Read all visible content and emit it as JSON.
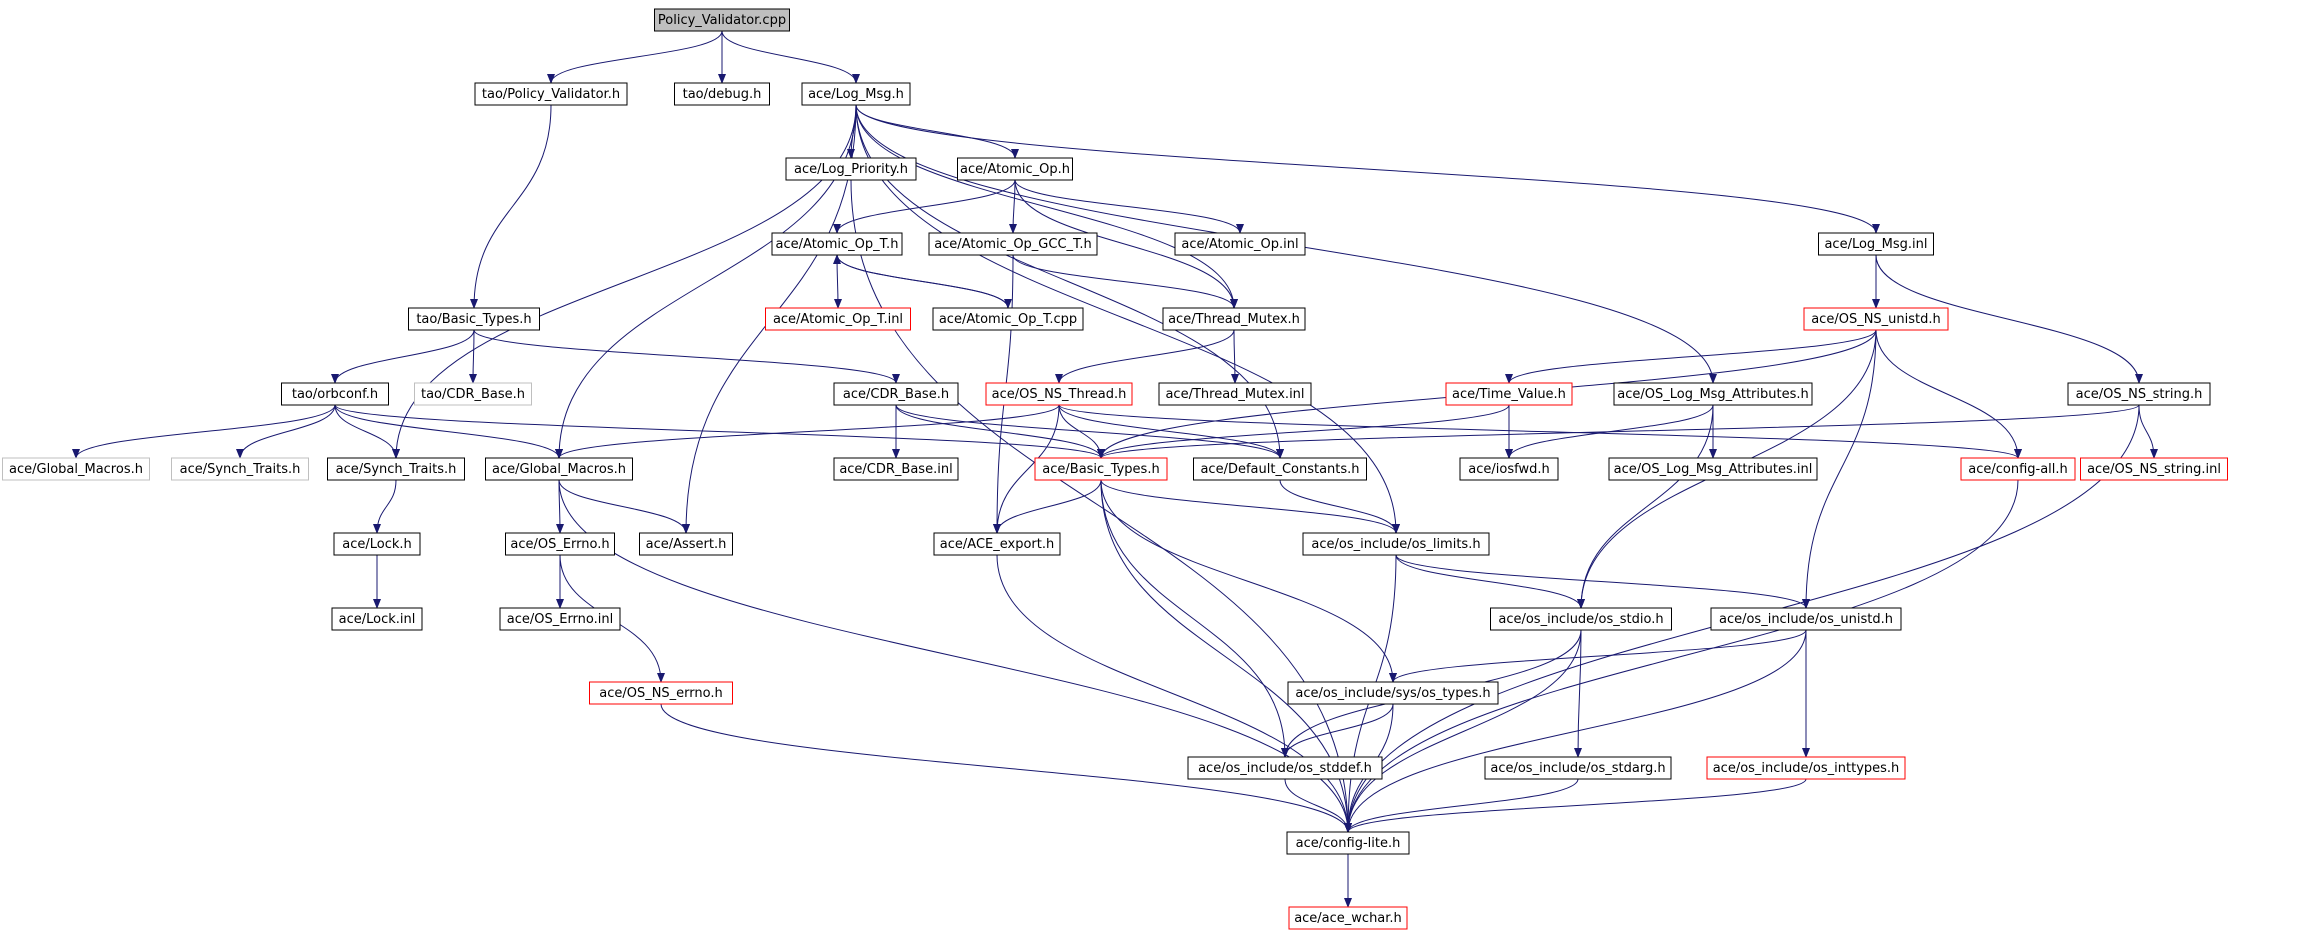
{
  "colors": {
    "background": "#ffffff",
    "edge": "#191970",
    "text": "#000000",
    "border_normal": "#000000",
    "border_incomplete": "#ff0000",
    "border_external": "#bfbfbf",
    "root_fill": "#bfbfbf"
  },
  "nodes": [
    {
      "id": "policy_validator_cpp",
      "label": "Policy_Validator.cpp",
      "style": "root"
    },
    {
      "id": "tao_policy_validator_h",
      "label": "tao/Policy_Validator.h",
      "style": "normal"
    },
    {
      "id": "tao_debug_h",
      "label": "tao/debug.h",
      "style": "normal"
    },
    {
      "id": "ace_log_msg_h",
      "label": "ace/Log_Msg.h",
      "style": "normal"
    },
    {
      "id": "ace_log_priority_h",
      "label": "ace/Log_Priority.h",
      "style": "normal"
    },
    {
      "id": "ace_atomic_op_h",
      "label": "ace/Atomic_Op.h",
      "style": "normal"
    },
    {
      "id": "ace_atomic_op_t_h",
      "label": "ace/Atomic_Op_T.h",
      "style": "normal"
    },
    {
      "id": "ace_atomic_op_gcc_t_h",
      "label": "ace/Atomic_Op_GCC_T.h",
      "style": "normal"
    },
    {
      "id": "ace_atomic_op_inl",
      "label": "ace/Atomic_Op.inl",
      "style": "normal"
    },
    {
      "id": "ace_log_msg_inl",
      "label": "ace/Log_Msg.inl",
      "style": "normal"
    },
    {
      "id": "ace_atomic_op_t_inl",
      "label": "ace/Atomic_Op_T.inl",
      "style": "incomplete"
    },
    {
      "id": "ace_atomic_op_t_cpp",
      "label": "ace/Atomic_Op_T.cpp",
      "style": "normal"
    },
    {
      "id": "tao_basic_types_h",
      "label": "tao/Basic_Types.h",
      "style": "normal"
    },
    {
      "id": "ace_thread_mutex_h",
      "label": "ace/Thread_Mutex.h",
      "style": "normal"
    },
    {
      "id": "ace_os_ns_unistd_h",
      "label": "ace/OS_NS_unistd.h",
      "style": "incomplete"
    },
    {
      "id": "tao_orbconf_h",
      "label": "tao/orbconf.h",
      "style": "normal"
    },
    {
      "id": "tao_cdr_base_h",
      "label": "tao/CDR_Base.h",
      "style": "external"
    },
    {
      "id": "ace_cdr_base_h",
      "label": "ace/CDR_Base.h",
      "style": "normal"
    },
    {
      "id": "ace_os_ns_thread_h",
      "label": "ace/OS_NS_Thread.h",
      "style": "incomplete"
    },
    {
      "id": "ace_thread_mutex_inl",
      "label": "ace/Thread_Mutex.inl",
      "style": "normal"
    },
    {
      "id": "ace_time_value_h",
      "label": "ace/Time_Value.h",
      "style": "incomplete"
    },
    {
      "id": "ace_os_log_msg_attributes_h",
      "label": "ace/OS_Log_Msg_Attributes.h",
      "style": "normal"
    },
    {
      "id": "ace_os_ns_string_h",
      "label": "ace/OS_NS_string.h",
      "style": "normal"
    },
    {
      "id": "ace_global_macros_h_ext",
      "label": "ace/Global_Macros.h",
      "style": "external"
    },
    {
      "id": "ace_synch_traits_h_ext",
      "label": "ace/Synch_Traits.h",
      "style": "external"
    },
    {
      "id": "ace_synch_traits_h",
      "label": "ace/Synch_Traits.h",
      "style": "normal"
    },
    {
      "id": "ace_global_macros_h",
      "label": "ace/Global_Macros.h",
      "style": "normal"
    },
    {
      "id": "ace_cdr_base_inl",
      "label": "ace/CDR_Base.inl",
      "style": "normal"
    },
    {
      "id": "ace_basic_types_h",
      "label": "ace/Basic_Types.h",
      "style": "incomplete"
    },
    {
      "id": "ace_default_constants_h",
      "label": "ace/Default_Constants.h",
      "style": "normal"
    },
    {
      "id": "ace_iosfwd_h",
      "label": "ace/iosfwd.h",
      "style": "normal"
    },
    {
      "id": "ace_os_log_msg_attributes_inl",
      "label": "ace/OS_Log_Msg_Attributes.inl",
      "style": "normal"
    },
    {
      "id": "ace_config_all_h",
      "label": "ace/config-all.h",
      "style": "incomplete"
    },
    {
      "id": "ace_os_ns_string_inl",
      "label": "ace/OS_NS_string.inl",
      "style": "incomplete"
    },
    {
      "id": "ace_lock_h",
      "label": "ace/Lock.h",
      "style": "normal"
    },
    {
      "id": "ace_os_errno_h",
      "label": "ace/OS_Errno.h",
      "style": "normal"
    },
    {
      "id": "ace_assert_h",
      "label": "ace/Assert.h",
      "style": "normal"
    },
    {
      "id": "ace_ace_export_h",
      "label": "ace/ACE_export.h",
      "style": "normal"
    },
    {
      "id": "ace_os_include_os_limits_h",
      "label": "ace/os_include/os_limits.h",
      "style": "normal"
    },
    {
      "id": "ace_lock_inl",
      "label": "ace/Lock.inl",
      "style": "normal"
    },
    {
      "id": "ace_os_errno_inl",
      "label": "ace/OS_Errno.inl",
      "style": "normal"
    },
    {
      "id": "ace_os_include_os_stdio_h",
      "label": "ace/os_include/os_stdio.h",
      "style": "normal"
    },
    {
      "id": "ace_os_include_os_unistd_h",
      "label": "ace/os_include/os_unistd.h",
      "style": "normal"
    },
    {
      "id": "ace_os_ns_errno_h",
      "label": "ace/OS_NS_errno.h",
      "style": "incomplete"
    },
    {
      "id": "ace_os_include_sys_os_types_h",
      "label": "ace/os_include/sys/os_types.h",
      "style": "normal"
    },
    {
      "id": "ace_os_include_os_stddef_h",
      "label": "ace/os_include/os_stddef.h",
      "style": "normal"
    },
    {
      "id": "ace_os_include_os_stdarg_h",
      "label": "ace/os_include/os_stdarg.h",
      "style": "normal"
    },
    {
      "id": "ace_os_include_os_inttypes_h",
      "label": "ace/os_include/os_inttypes.h",
      "style": "incomplete"
    },
    {
      "id": "ace_config_lite_h",
      "label": "ace/config-lite.h",
      "style": "normal"
    },
    {
      "id": "ace_ace_wchar_h",
      "label": "ace/ace_wchar.h",
      "style": "incomplete"
    }
  ],
  "edges": [
    [
      "policy_validator_cpp",
      "tao_policy_validator_h"
    ],
    [
      "policy_validator_cpp",
      "tao_debug_h"
    ],
    [
      "policy_validator_cpp",
      "ace_log_msg_h"
    ],
    [
      "tao_policy_validator_h",
      "tao_basic_types_h"
    ],
    [
      "ace_log_msg_h",
      "ace_log_priority_h"
    ],
    [
      "ace_log_msg_h",
      "ace_atomic_op_h"
    ],
    [
      "ace_log_msg_h",
      "ace_log_msg_inl"
    ],
    [
      "ace_log_msg_h",
      "ace_synch_traits_h"
    ],
    [
      "ace_log_msg_h",
      "ace_global_macros_h"
    ],
    [
      "ace_log_msg_h",
      "ace_assert_h"
    ],
    [
      "ace_log_msg_h",
      "ace_default_constants_h"
    ],
    [
      "ace_log_msg_h",
      "ace_os_include_os_limits_h"
    ],
    [
      "ace_log_msg_h",
      "ace_os_log_msg_attributes_h"
    ],
    [
      "ace_log_msg_h",
      "ace_thread_mutex_h"
    ],
    [
      "ace_log_priority_h",
      "ace_config_lite_h"
    ],
    [
      "ace_atomic_op_h",
      "ace_atomic_op_t_h"
    ],
    [
      "ace_atomic_op_h",
      "ace_atomic_op_gcc_t_h"
    ],
    [
      "ace_atomic_op_h",
      "ace_atomic_op_inl"
    ],
    [
      "ace_atomic_op_h",
      "ace_thread_mutex_h"
    ],
    [
      "ace_atomic_op_t_h",
      "ace_atomic_op_t_inl"
    ],
    [
      "ace_atomic_op_t_h",
      "ace_atomic_op_t_cpp"
    ],
    [
      "ace_atomic_op_t_cpp",
      "ace_atomic_op_t_h"
    ],
    [
      "ace_atomic_op_gcc_t_h",
      "ace_thread_mutex_h"
    ],
    [
      "ace_atomic_op_gcc_t_h",
      "ace_ace_export_h"
    ],
    [
      "ace_log_msg_inl",
      "ace_os_ns_unistd_h"
    ],
    [
      "ace_log_msg_inl",
      "ace_os_ns_string_h"
    ],
    [
      "tao_basic_types_h",
      "tao_orbconf_h"
    ],
    [
      "tao_basic_types_h",
      "tao_cdr_base_h"
    ],
    [
      "tao_basic_types_h",
      "ace_cdr_base_h"
    ],
    [
      "ace_thread_mutex_h",
      "ace_os_ns_thread_h"
    ],
    [
      "ace_thread_mutex_h",
      "ace_thread_mutex_inl"
    ],
    [
      "ace_os_ns_unistd_h",
      "ace_time_value_h"
    ],
    [
      "ace_os_ns_unistd_h",
      "ace_basic_types_h"
    ],
    [
      "ace_os_ns_unistd_h",
      "ace_config_all_h"
    ],
    [
      "ace_os_ns_unistd_h",
      "ace_os_include_os_stdio_h"
    ],
    [
      "ace_os_ns_unistd_h",
      "ace_os_include_os_unistd_h"
    ],
    [
      "tao_orbconf_h",
      "ace_global_macros_h_ext"
    ],
    [
      "tao_orbconf_h",
      "ace_synch_traits_h_ext"
    ],
    [
      "tao_orbconf_h",
      "ace_synch_traits_h"
    ],
    [
      "tao_orbconf_h",
      "ace_global_macros_h"
    ],
    [
      "tao_orbconf_h",
      "ace_basic_types_h"
    ],
    [
      "ace_cdr_base_h",
      "ace_cdr_base_inl"
    ],
    [
      "ace_cdr_base_h",
      "ace_basic_types_h"
    ],
    [
      "ace_cdr_base_h",
      "ace_default_constants_h"
    ],
    [
      "ace_os_ns_thread_h",
      "ace_global_macros_h"
    ],
    [
      "ace_os_ns_thread_h",
      "ace_basic_types_h"
    ],
    [
      "ace_os_ns_thread_h",
      "ace_ace_export_h"
    ],
    [
      "ace_os_ns_thread_h",
      "ace_default_constants_h"
    ],
    [
      "ace_os_ns_thread_h",
      "ace_config_all_h"
    ],
    [
      "ace_time_value_h",
      "ace_basic_types_h"
    ],
    [
      "ace_time_value_h",
      "ace_iosfwd_h"
    ],
    [
      "ace_os_log_msg_attributes_h",
      "ace_iosfwd_h"
    ],
    [
      "ace_os_log_msg_attributes_h",
      "ace_os_log_msg_attributes_inl"
    ],
    [
      "ace_os_log_msg_attributes_h",
      "ace_os_include_os_stdio_h"
    ],
    [
      "ace_os_ns_string_h",
      "ace_os_ns_string_inl"
    ],
    [
      "ace_os_ns_string_h",
      "ace_basic_types_h"
    ],
    [
      "ace_os_ns_string_h",
      "ace_config_lite_h"
    ],
    [
      "ace_synch_traits_h",
      "ace_lock_h"
    ],
    [
      "ace_global_macros_h",
      "ace_os_errno_h"
    ],
    [
      "ace_global_macros_h",
      "ace_assert_h"
    ],
    [
      "ace_global_macros_h",
      "ace_config_lite_h"
    ],
    [
      "ace_basic_types_h",
      "ace_ace_export_h"
    ],
    [
      "ace_basic_types_h",
      "ace_os_include_os_limits_h"
    ],
    [
      "ace_basic_types_h",
      "ace_os_include_sys_os_types_h"
    ],
    [
      "ace_basic_types_h",
      "ace_os_include_os_stddef_h"
    ],
    [
      "ace_basic_types_h",
      "ace_config_lite_h"
    ],
    [
      "ace_default_constants_h",
      "ace_os_include_os_limits_h"
    ],
    [
      "ace_config_all_h",
      "ace_config_lite_h"
    ],
    [
      "ace_lock_h",
      "ace_lock_inl"
    ],
    [
      "ace_os_errno_h",
      "ace_os_errno_inl"
    ],
    [
      "ace_os_errno_h",
      "ace_os_ns_errno_h"
    ],
    [
      "ace_ace_export_h",
      "ace_config_lite_h"
    ],
    [
      "ace_os_include_os_limits_h",
      "ace_os_include_os_stdio_h"
    ],
    [
      "ace_os_include_os_limits_h",
      "ace_os_include_os_unistd_h"
    ],
    [
      "ace_os_include_os_limits_h",
      "ace_config_lite_h"
    ],
    [
      "ace_os_include_os_stdio_h",
      "ace_os_include_os_stddef_h"
    ],
    [
      "ace_os_include_os_stdio_h",
      "ace_os_include_os_stdarg_h"
    ],
    [
      "ace_os_include_os_stdio_h",
      "ace_config_lite_h"
    ],
    [
      "ace_os_include_os_unistd_h",
      "ace_os_include_sys_os_types_h"
    ],
    [
      "ace_os_include_os_unistd_h",
      "ace_os_include_os_inttypes_h"
    ],
    [
      "ace_os_include_os_unistd_h",
      "ace_config_lite_h"
    ],
    [
      "ace_os_ns_errno_h",
      "ace_config_lite_h"
    ],
    [
      "ace_os_include_sys_os_types_h",
      "ace_os_include_os_stddef_h"
    ],
    [
      "ace_os_include_sys_os_types_h",
      "ace_config_lite_h"
    ],
    [
      "ace_os_include_os_stddef_h",
      "ace_config_lite_h"
    ],
    [
      "ace_os_include_os_stdarg_h",
      "ace_config_lite_h"
    ],
    [
      "ace_os_include_os_inttypes_h",
      "ace_config_lite_h"
    ],
    [
      "ace_config_lite_h",
      "ace_ace_wchar_h"
    ]
  ]
}
